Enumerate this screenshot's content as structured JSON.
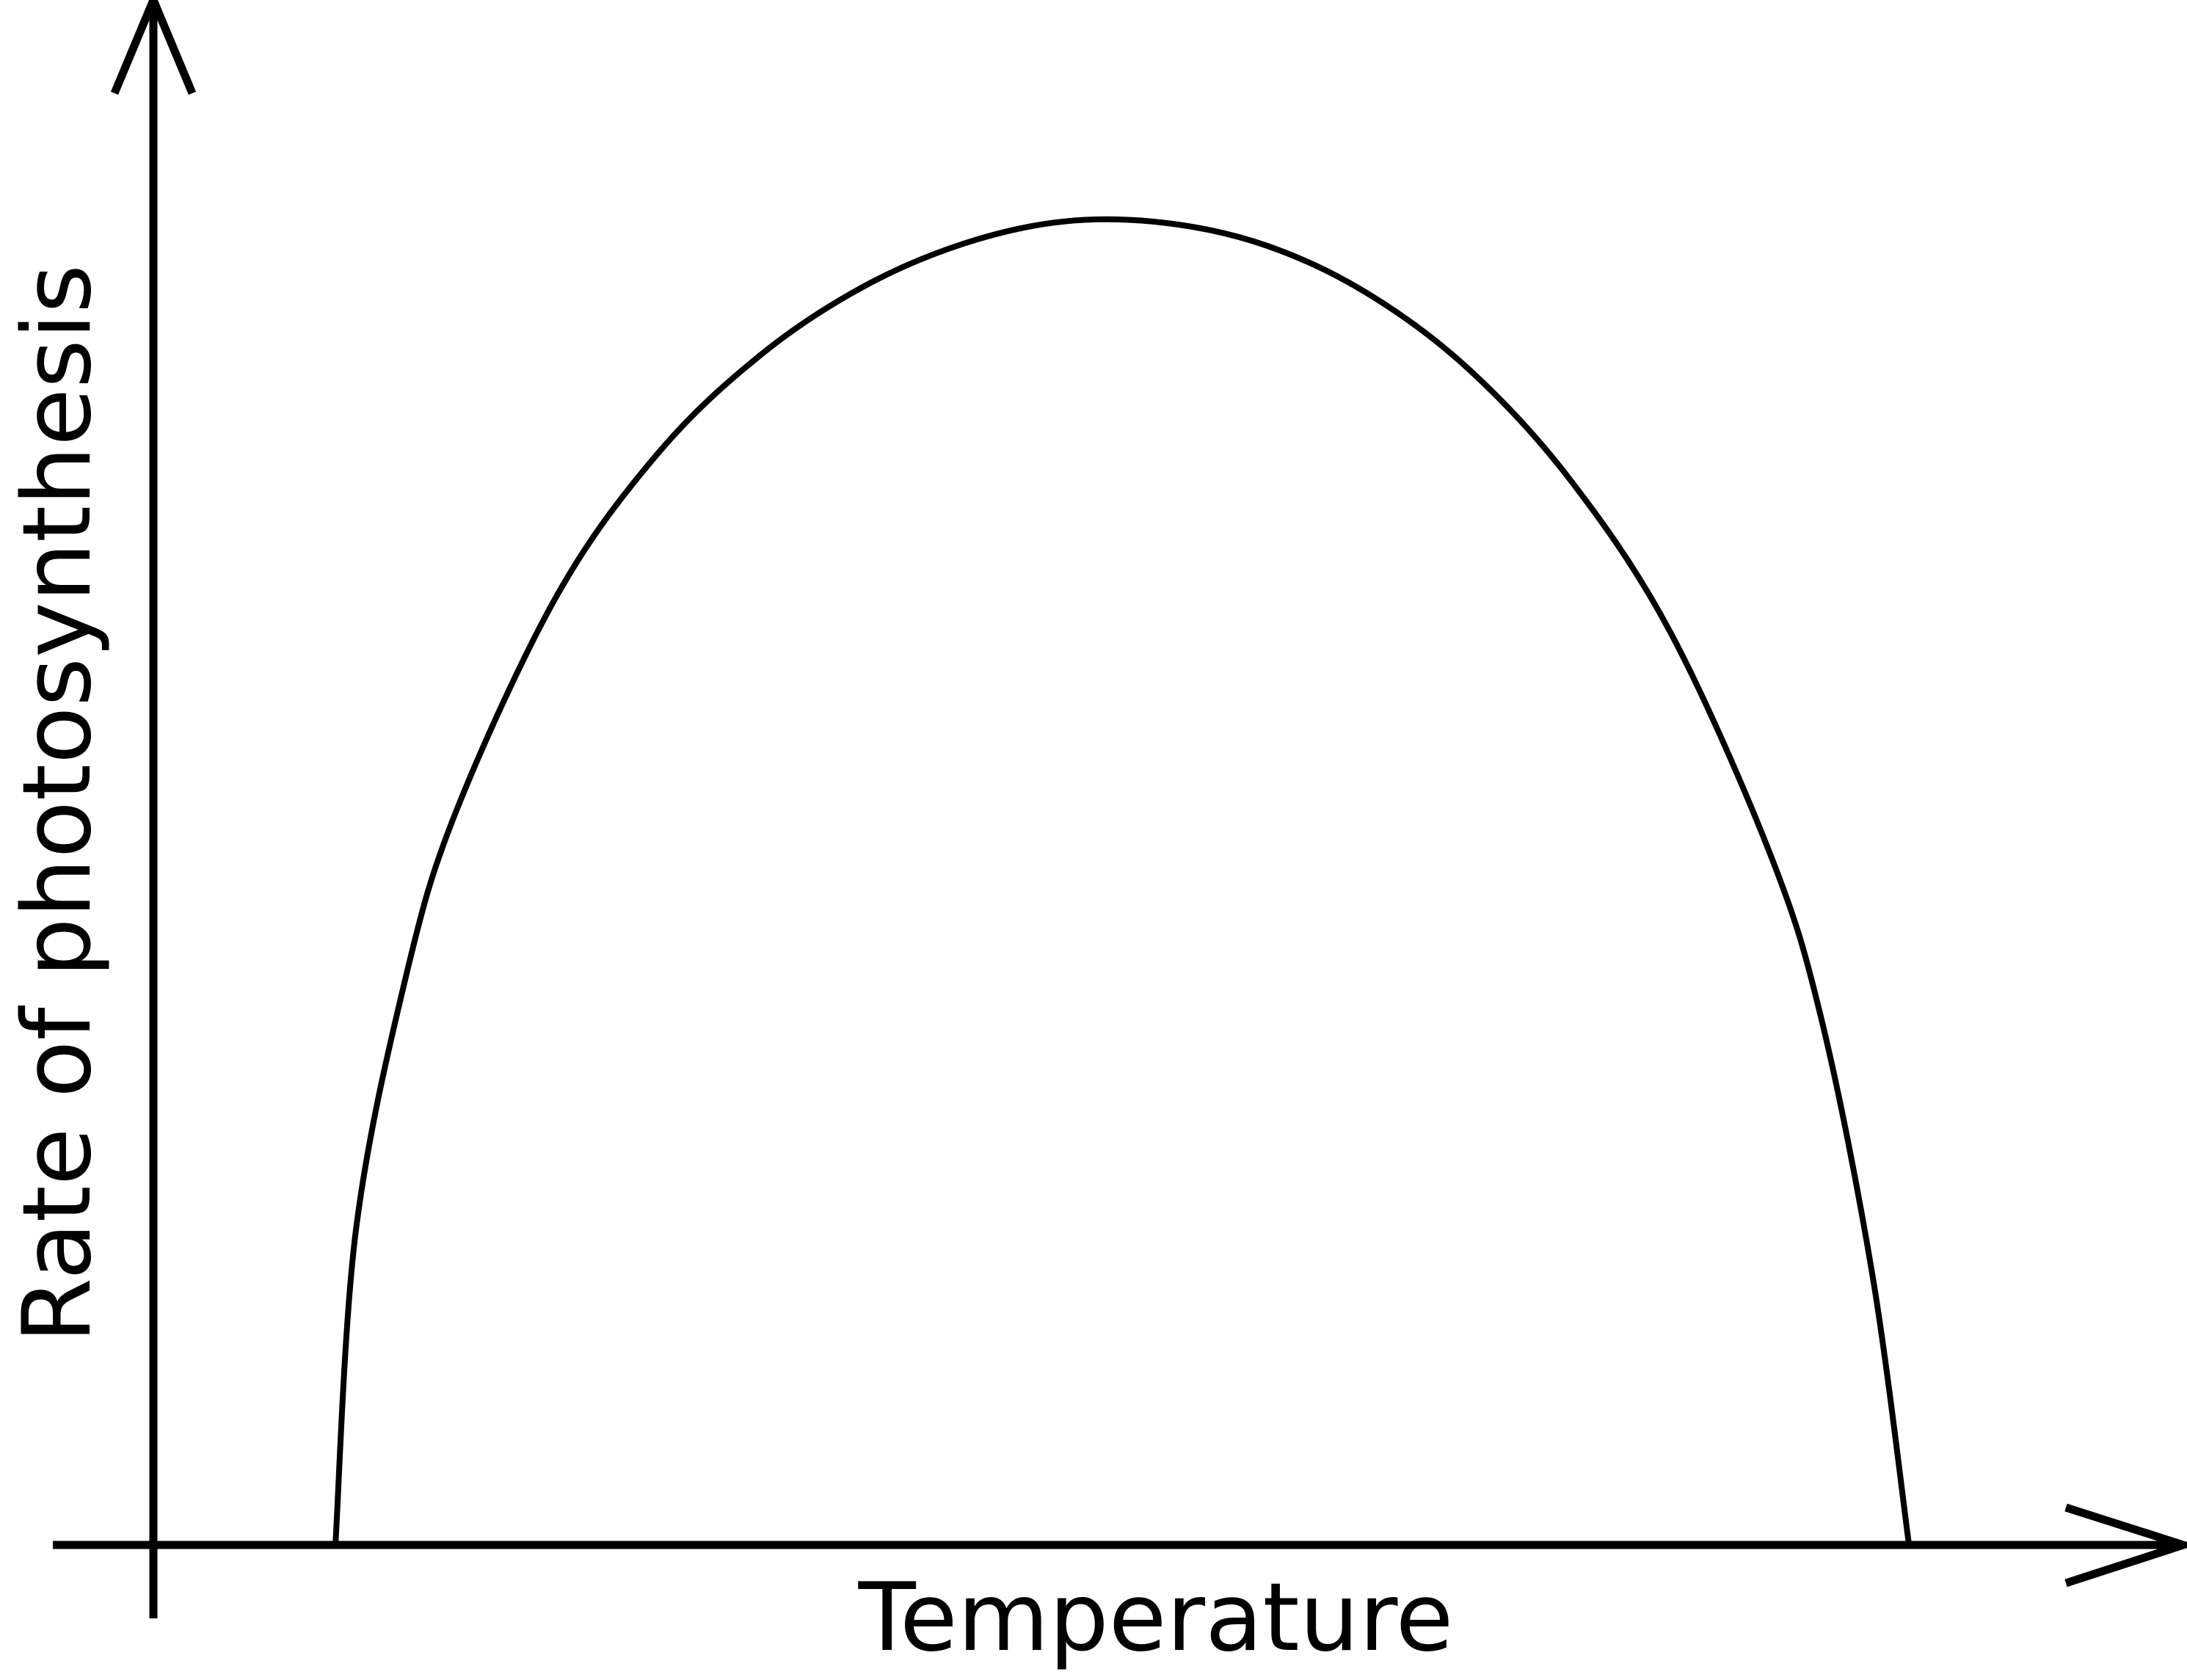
{
  "chart_data": {
    "type": "line",
    "title": "",
    "xlabel": "Temperature",
    "ylabel": "Rate of photosynthesis",
    "ticks_shown": false,
    "grid": false,
    "legend": "none",
    "xlim": [
      0,
      100
    ],
    "ylim": [
      0,
      100
    ],
    "series": [
      {
        "x": [
          9.0,
          10.0,
          12.5,
          15.0,
          20.0,
          25.0,
          30.0,
          35.0,
          40.0,
          45.0,
          50.0,
          55.0,
          60.0,
          65.0,
          70.0,
          75.0,
          80.0,
          82.5,
          85.0,
          86.8
        ],
        "y": [
          0,
          23.6,
          43.0,
          55.5,
          71.8,
          82.5,
          89.8,
          94.9,
          98.2,
          99.9,
          99.8,
          98.1,
          94.5,
          88.8,
          80.5,
          68.9,
          51.9,
          39.5,
          20.3,
          0
        ]
      }
    ],
    "colors": {
      "line": "#000000",
      "axes": "#000000",
      "background": "#ffffff"
    }
  }
}
